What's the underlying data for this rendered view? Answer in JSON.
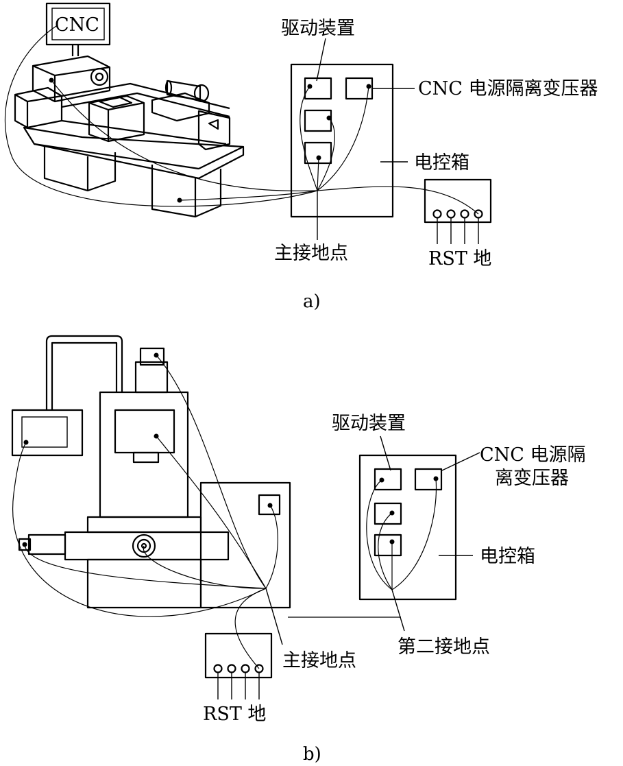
{
  "figure_a": {
    "caption": "a)",
    "labels": {
      "cnc": "CNC",
      "drive": "驱动装置",
      "transformer": "CNC 电源隔离变压器",
      "cabinet": "电控箱",
      "main_ground": "主接地点",
      "power_terminals": "RST 地"
    }
  },
  "figure_b": {
    "caption": "b)",
    "labels": {
      "drive": "驱动装置",
      "transformer_line1": "CNC 电源隔",
      "transformer_line2": "离变压器",
      "cabinet": "电控箱",
      "main_ground": "主接地点",
      "second_ground": "第二接地点",
      "power_terminals": "RST 地"
    }
  }
}
